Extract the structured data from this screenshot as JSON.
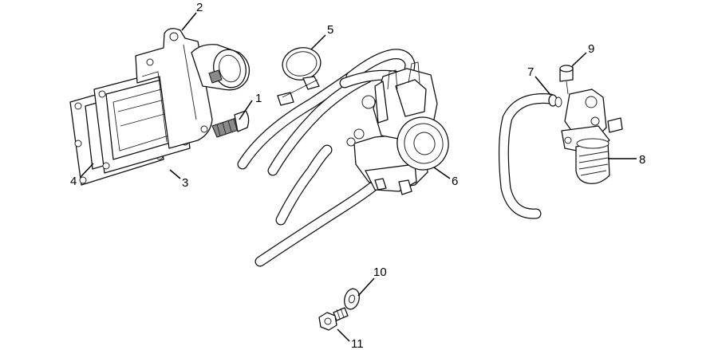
{
  "callouts": [
    {
      "id": "1",
      "label": "1"
    },
    {
      "id": "2",
      "label": "2"
    },
    {
      "id": "3",
      "label": "3"
    },
    {
      "id": "4",
      "label": "4"
    },
    {
      "id": "5",
      "label": "5"
    },
    {
      "id": "6",
      "label": "6"
    },
    {
      "id": "7",
      "label": "7"
    },
    {
      "id": "8",
      "label": "8"
    },
    {
      "id": "9",
      "label": "9"
    },
    {
      "id": "10",
      "label": "10"
    },
    {
      "id": "11",
      "label": "11"
    }
  ]
}
